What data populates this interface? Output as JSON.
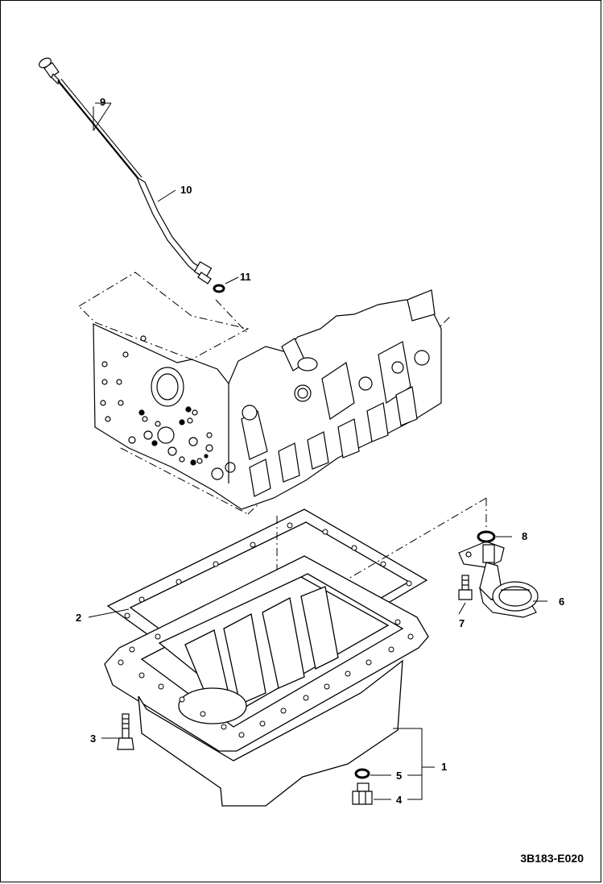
{
  "diagram": {
    "reference_code": "3B183-E020",
    "callouts": [
      {
        "id": "c1",
        "label": "1"
      },
      {
        "id": "c2",
        "label": "2"
      },
      {
        "id": "c3",
        "label": "3"
      },
      {
        "id": "c4",
        "label": "4"
      },
      {
        "id": "c5",
        "label": "5"
      },
      {
        "id": "c6",
        "label": "6"
      },
      {
        "id": "c7",
        "label": "7"
      },
      {
        "id": "c8",
        "label": "8"
      },
      {
        "id": "c9",
        "label": "9"
      },
      {
        "id": "c10",
        "label": "10"
      },
      {
        "id": "c11",
        "label": "11"
      }
    ]
  }
}
